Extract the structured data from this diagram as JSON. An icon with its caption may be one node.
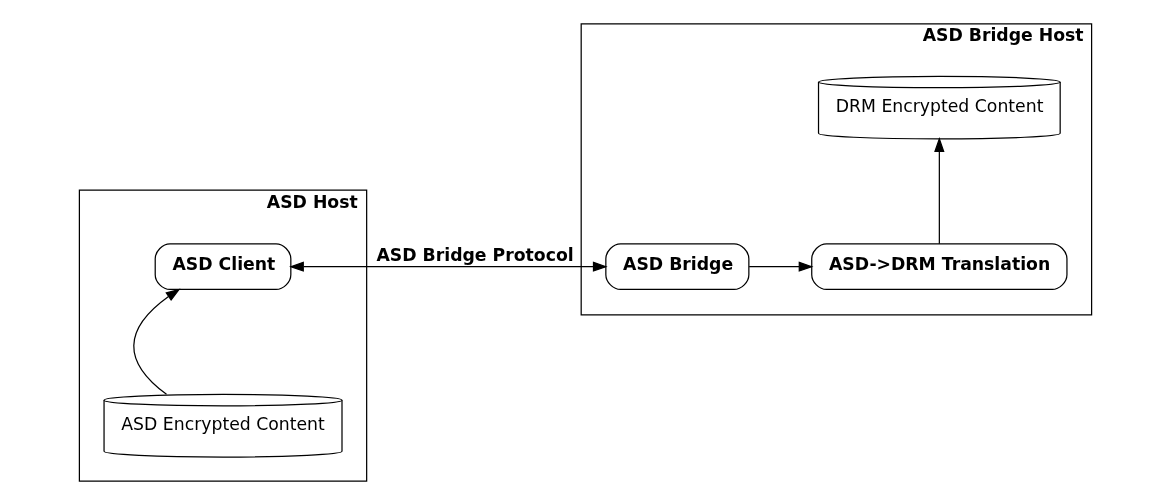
{
  "diagram": {
    "nodes": [
      {
        "text": [
          "ASD Host"
        ]
      },
      {
        "text": [
          "ASD Client"
        ],
        "in": 0
      },
      {
        "text": [
          "ASD Encrypted Content"
        ],
        "in": 0
      },
      {
        "text": [
          "ASD Bridge Host"
        ]
      },
      {
        "text": [
          "ASD Bridge"
        ],
        "in": 3
      },
      {
        "text": [
          "ASD->DRM Translation"
        ],
        "in": 3
      },
      {
        "text": [
          "DRM Encrypted Content"
        ],
        "in": 3
      }
    ],
    "edges": [
      {
        "from": 2,
        "to": 1,
        "arrow": "to"
      },
      {
        "from": 1,
        "to": 4,
        "arrow": "both",
        "label": "ASD Bridge Protocol"
      },
      {
        "from": 4,
        "to": 5,
        "arrow": "to"
      },
      {
        "from": 5,
        "to": 6,
        "arrow": "to"
      }
    ]
  }
}
